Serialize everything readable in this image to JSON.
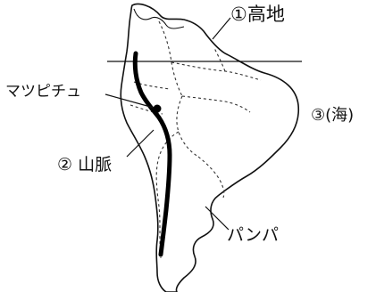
{
  "map": {
    "colors": {
      "outline": "#111111",
      "border": "#333333",
      "mountain": "#000000",
      "background": "#ffffff"
    },
    "labels": {
      "highland": "①高地",
      "machu_picchu": "マツピチュ",
      "sea": "③(海)",
      "mountain_range": "② 山脈",
      "pampa": "パンパ"
    }
  }
}
